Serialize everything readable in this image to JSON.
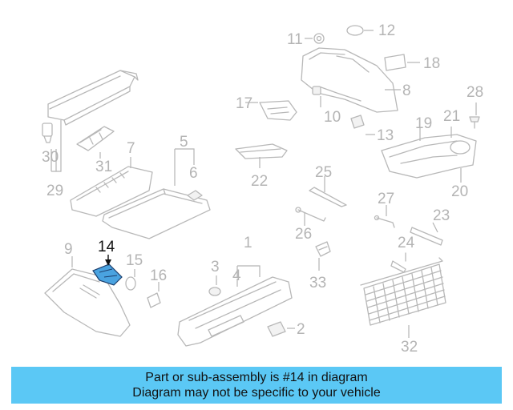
{
  "colors": {
    "banner_bg": "#5bc8f5",
    "highlight": "#4aa3e0",
    "part_gray": "#b8b8b8",
    "label_gray": "#b4b4b4"
  },
  "highlighted_part": "14",
  "callouts": {
    "c1": "1",
    "c2": "2",
    "c3": "3",
    "c4": "4",
    "c5": "5",
    "c6": "6",
    "c7": "7",
    "c8": "8",
    "c9": "9",
    "c10": "10",
    "c11": "11",
    "c12": "12",
    "c13": "13",
    "c14": "14",
    "c15": "15",
    "c16": "16",
    "c17": "17",
    "c18": "18",
    "c19": "19",
    "c20": "20",
    "c21": "21",
    "c22": "22",
    "c23": "23",
    "c24": "24",
    "c25": "25",
    "c26": "26",
    "c27": "27",
    "c28": "28",
    "c29": "29",
    "c30": "30",
    "c31": "31",
    "c32": "32",
    "c33": "33"
  },
  "banner": {
    "line1": "Part or sub-assembly is #14 in diagram",
    "line2": "Diagram may not be specific to your vehicle"
  }
}
